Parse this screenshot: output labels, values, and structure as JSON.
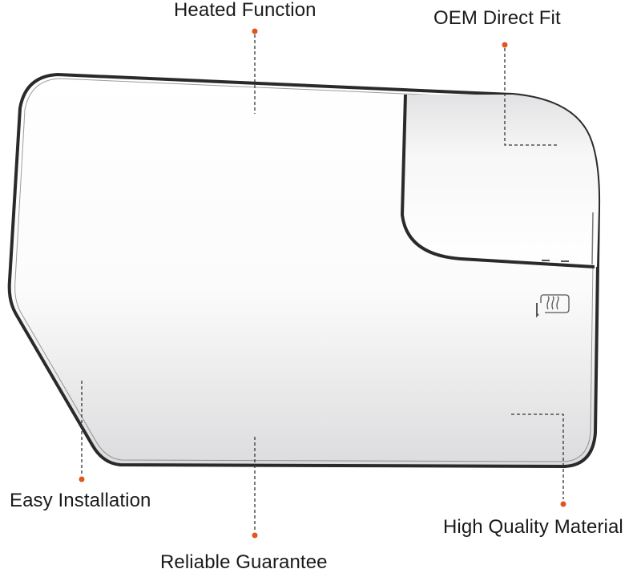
{
  "product": {
    "subject": "Side view mirror glass with blind spot insert",
    "icons": {
      "heated": "heated-mirror-icon"
    }
  },
  "callouts": {
    "heated_function": {
      "label": "Heated Function"
    },
    "oem_direct_fit": {
      "label": "OEM Direct Fit"
    },
    "easy_installation": {
      "label": "Easy Installation"
    },
    "high_quality_material": {
      "label": "High Quality Material"
    },
    "reliable_guarantee": {
      "label": "Reliable Guarantee"
    }
  },
  "colors": {
    "background": "#ffffff",
    "frame": "#2a2a2a",
    "callout_dot": "#e0561f",
    "callout_line": "#333333",
    "text": "#1a1a1a"
  }
}
